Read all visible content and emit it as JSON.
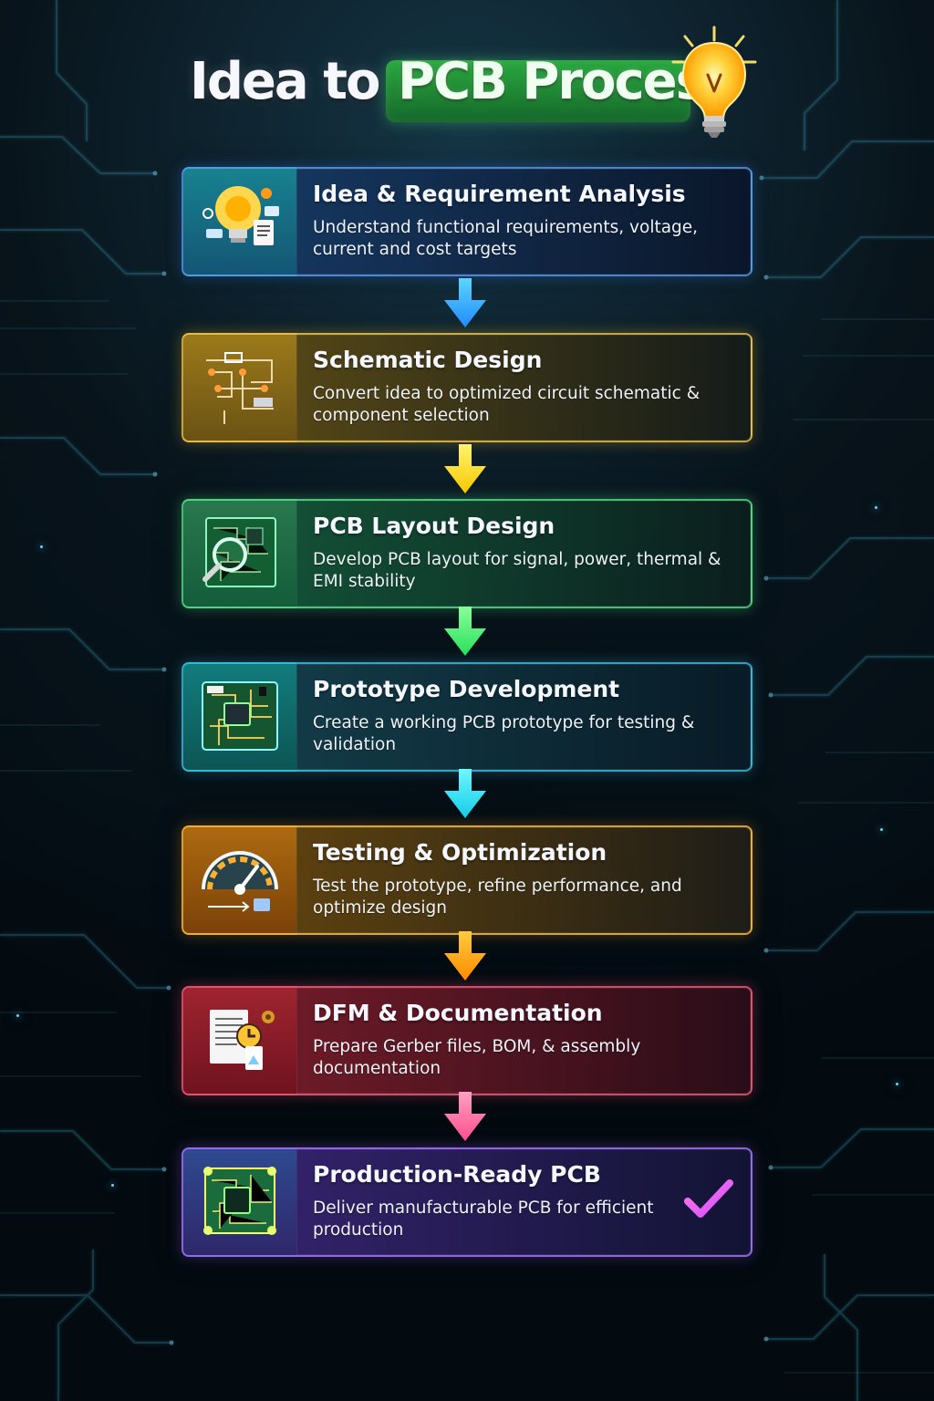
{
  "title": {
    "prefix": "Idea to",
    "highlight": "PCB Process"
  },
  "colors": {
    "background": "#061015",
    "circuit_line": "#4cc7e6",
    "title_pill": "#27a13d",
    "arrow_blue": "#39a8ff",
    "arrow_yellow": "#ffe531",
    "arrow_green": "#4eff84",
    "arrow_cyan": "#43e7ff",
    "arrow_orange": "#ffa11a",
    "arrow_pink": "#ff6ca0",
    "check": "#ff67d8"
  },
  "steps": [
    {
      "title": "Idea & Requirement Analysis",
      "description": "Understand functional requirements, voltage, current and cost targets",
      "icon": "lightbulb-requirements-icon"
    },
    {
      "title": "Schematic Design",
      "description": "Convert idea to optimized circuit schematic & component selection",
      "icon": "schematic-icon"
    },
    {
      "title": "PCB Layout Design",
      "description": "Develop PCB layout for signal, power, thermal & EMI stability",
      "icon": "pcb-layout-magnifier-icon"
    },
    {
      "title": "Prototype Development",
      "description": "Create a working PCB prototype for testing & validation",
      "icon": "prototype-board-icon"
    },
    {
      "title": "Testing & Optimization",
      "description": "Test the prototype, refine performance, and optimize design",
      "icon": "gauge-test-icon"
    },
    {
      "title": "DFM & Documentation",
      "description": "Prepare Gerber files, BOM, & assembly documentation",
      "icon": "documentation-icon"
    },
    {
      "title": "Production-Ready PCB",
      "description": "Deliver manufacturable PCB for efficient production",
      "icon": "production-pcb-icon"
    }
  ]
}
